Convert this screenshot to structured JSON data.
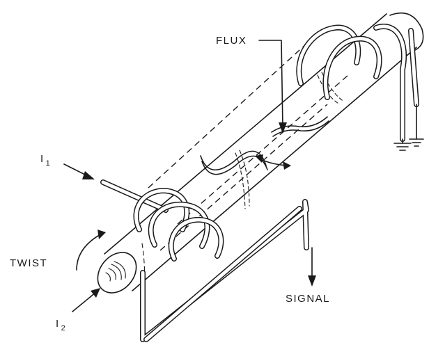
{
  "labels": {
    "flux": "FLUX",
    "i1_main": "I",
    "i1_sub": "1",
    "twist": "TWIST",
    "signal": "SIGNAL",
    "i2_main": "I",
    "i2_sub": "2"
  }
}
